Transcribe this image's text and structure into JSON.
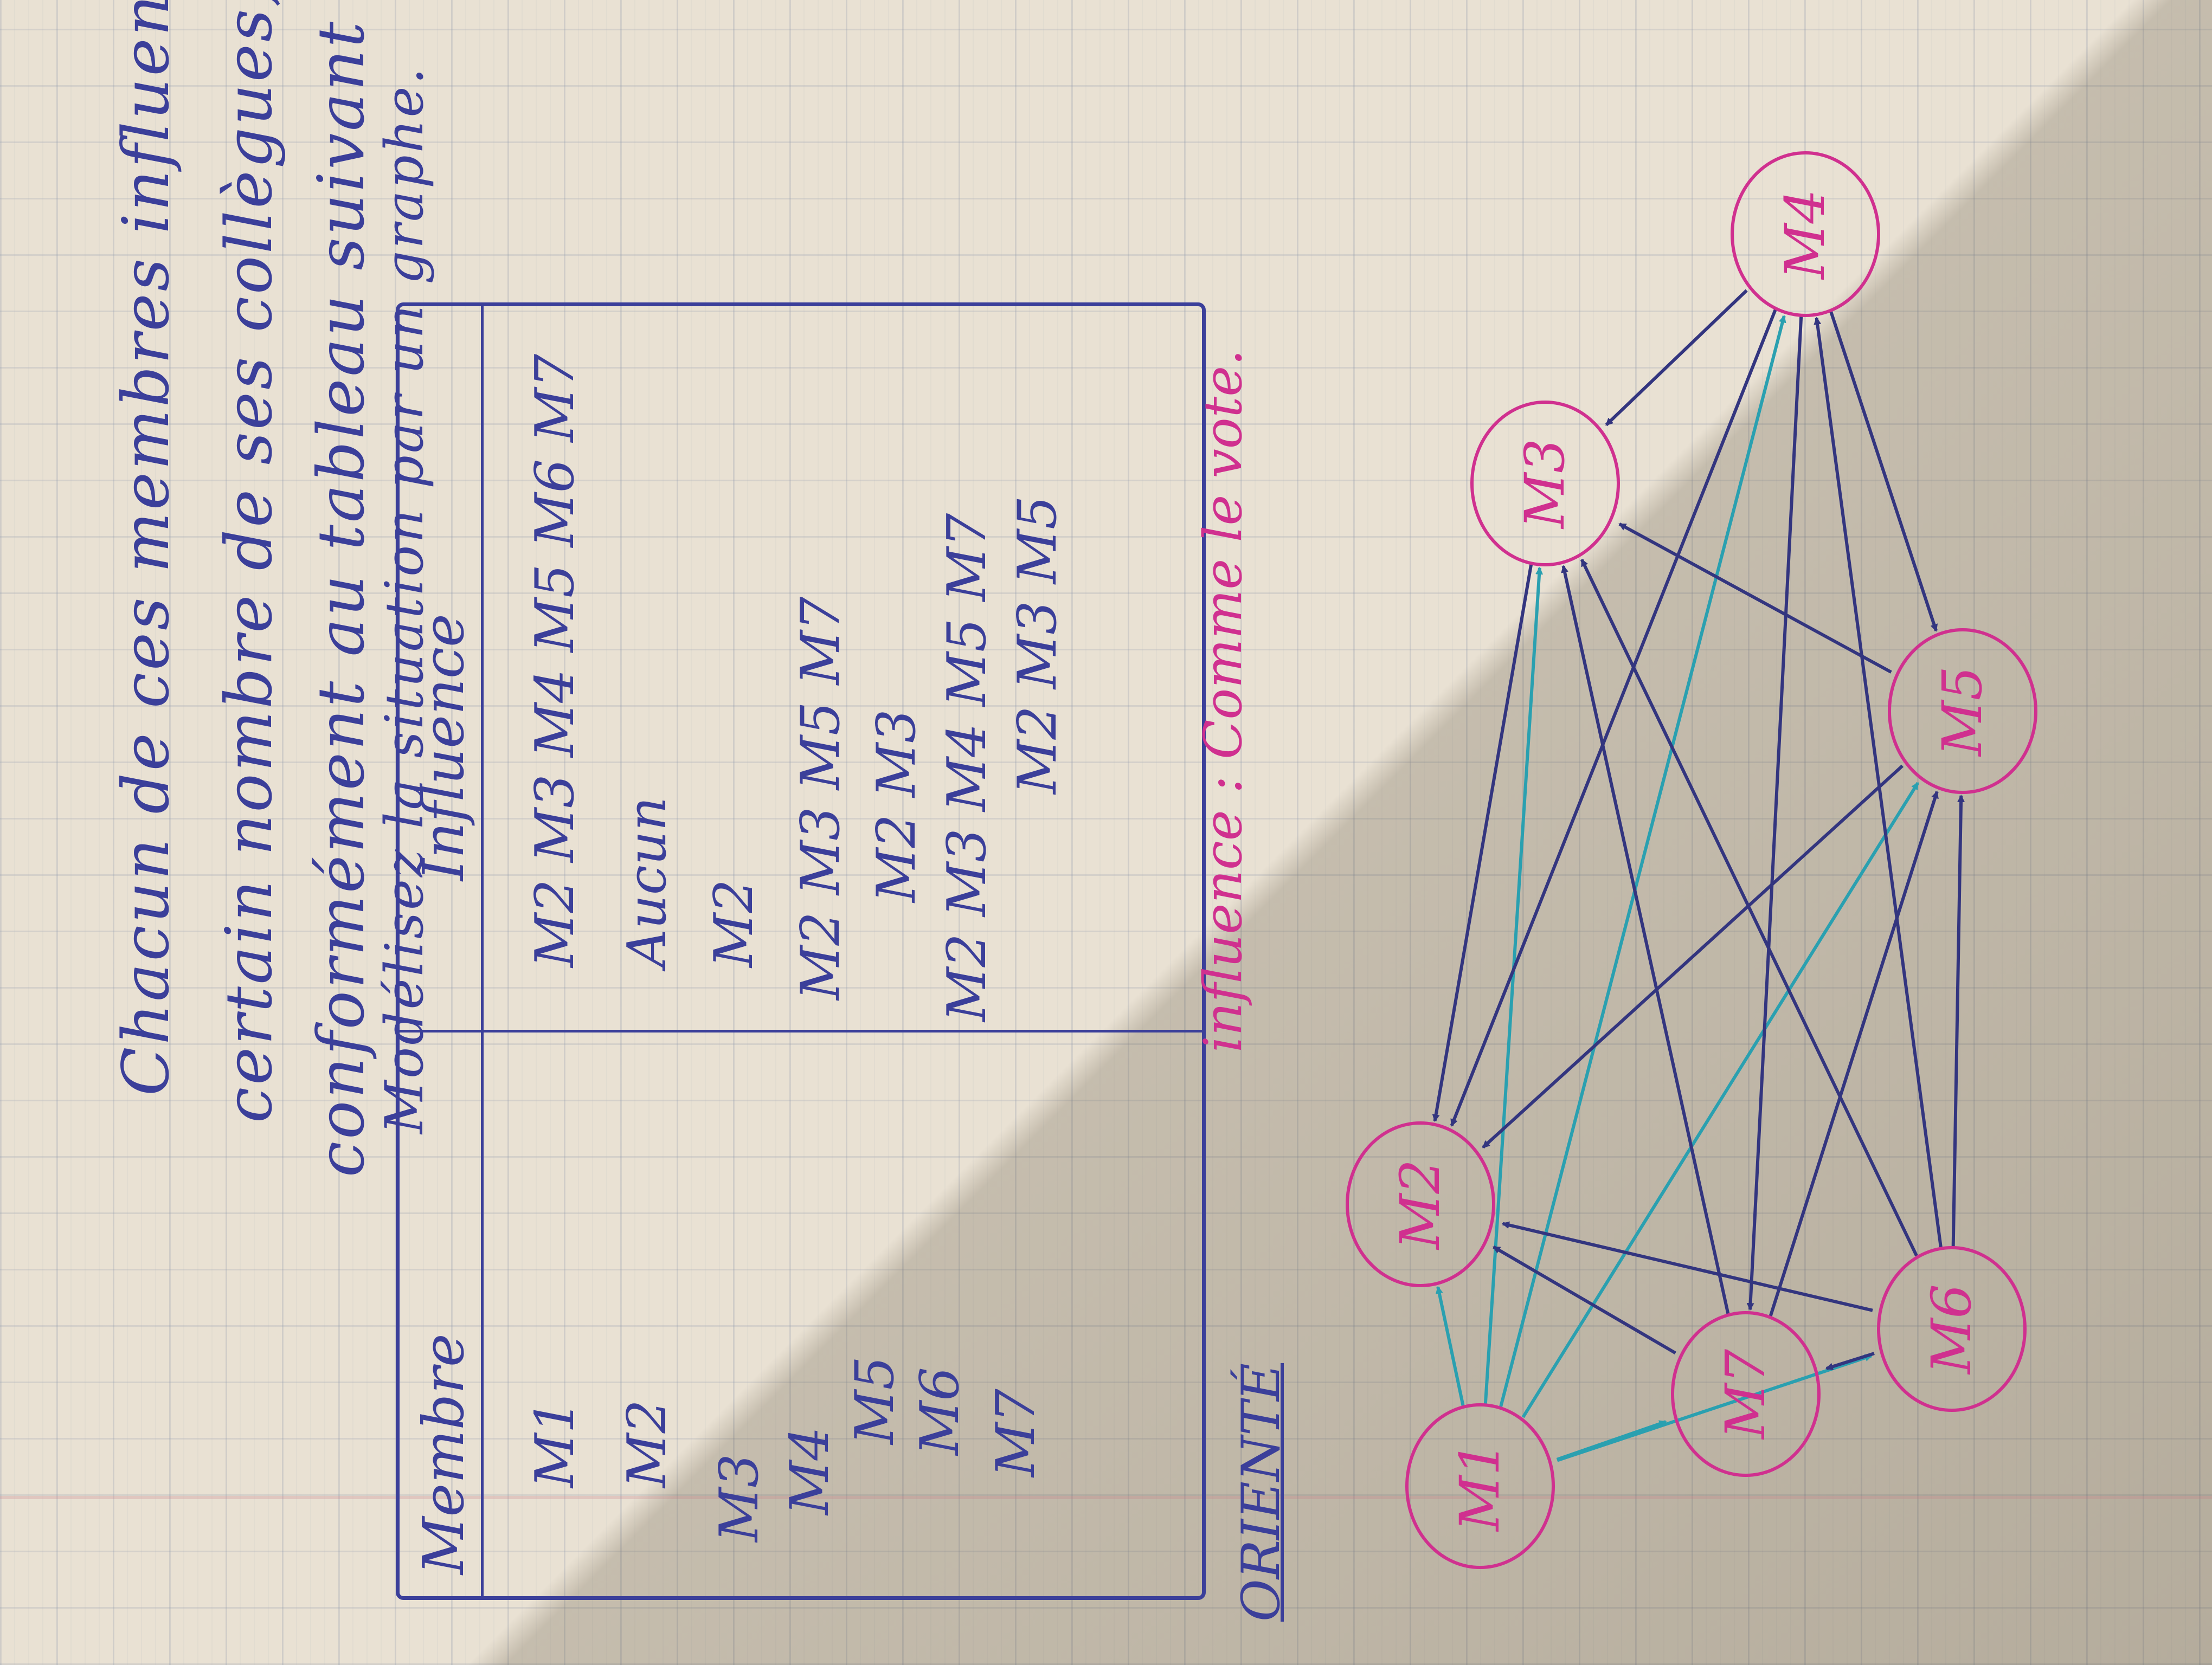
{
  "exercise": {
    "lines": [
      "Chacun de ces membres influence un",
      "certain nombre de ses collègues,",
      "conformément au tableau suivant :",
      "Modélisez la situation par un graphe."
    ]
  },
  "table": {
    "headers": {
      "member": "Membre",
      "influence": "Influence"
    },
    "rows": [
      {
        "member": "M1",
        "influence": "M2 M3 M4 M5 M6 M7"
      },
      {
        "member": "M2",
        "influence": "Aucun"
      },
      {
        "member": "M3",
        "influence": "M2"
      },
      {
        "member": "M4",
        "influence": "M2 M3 M5 M7"
      },
      {
        "member": "M5",
        "influence": "M2 M3"
      },
      {
        "member": "M6",
        "influence": "M2 M3 M4 M5 M7"
      },
      {
        "member": "M7",
        "influence": "M2 M3 M5"
      }
    ]
  },
  "annotations": {
    "graph_type": "ORIENTÉ",
    "influence_note": "influence : Comme le vote."
  },
  "graph": {
    "nodes": [
      {
        "id": "m1",
        "label": "M1"
      },
      {
        "id": "m2",
        "label": "M2"
      },
      {
        "id": "m3",
        "label": "M3"
      },
      {
        "id": "m4",
        "label": "M4"
      },
      {
        "id": "m5",
        "label": "M5"
      },
      {
        "id": "m6",
        "label": "M6"
      },
      {
        "id": "m7",
        "label": "M7"
      }
    ],
    "edges": [
      [
        "m1",
        "m2"
      ],
      [
        "m1",
        "m3"
      ],
      [
        "m1",
        "m4"
      ],
      [
        "m1",
        "m5"
      ],
      [
        "m1",
        "m6"
      ],
      [
        "m1",
        "m7"
      ],
      [
        "m3",
        "m2"
      ],
      [
        "m4",
        "m2"
      ],
      [
        "m4",
        "m3"
      ],
      [
        "m4",
        "m5"
      ],
      [
        "m4",
        "m7"
      ],
      [
        "m5",
        "m2"
      ],
      [
        "m5",
        "m3"
      ],
      [
        "m6",
        "m2"
      ],
      [
        "m6",
        "m3"
      ],
      [
        "m6",
        "m4"
      ],
      [
        "m6",
        "m5"
      ],
      [
        "m6",
        "m7"
      ],
      [
        "m7",
        "m2"
      ],
      [
        "m7",
        "m3"
      ],
      [
        "m7",
        "m5"
      ]
    ],
    "colors": {
      "node_ink": "#d0308f",
      "edge_ink": "#33357f",
      "edge_alt": "#2aa0b0"
    }
  }
}
